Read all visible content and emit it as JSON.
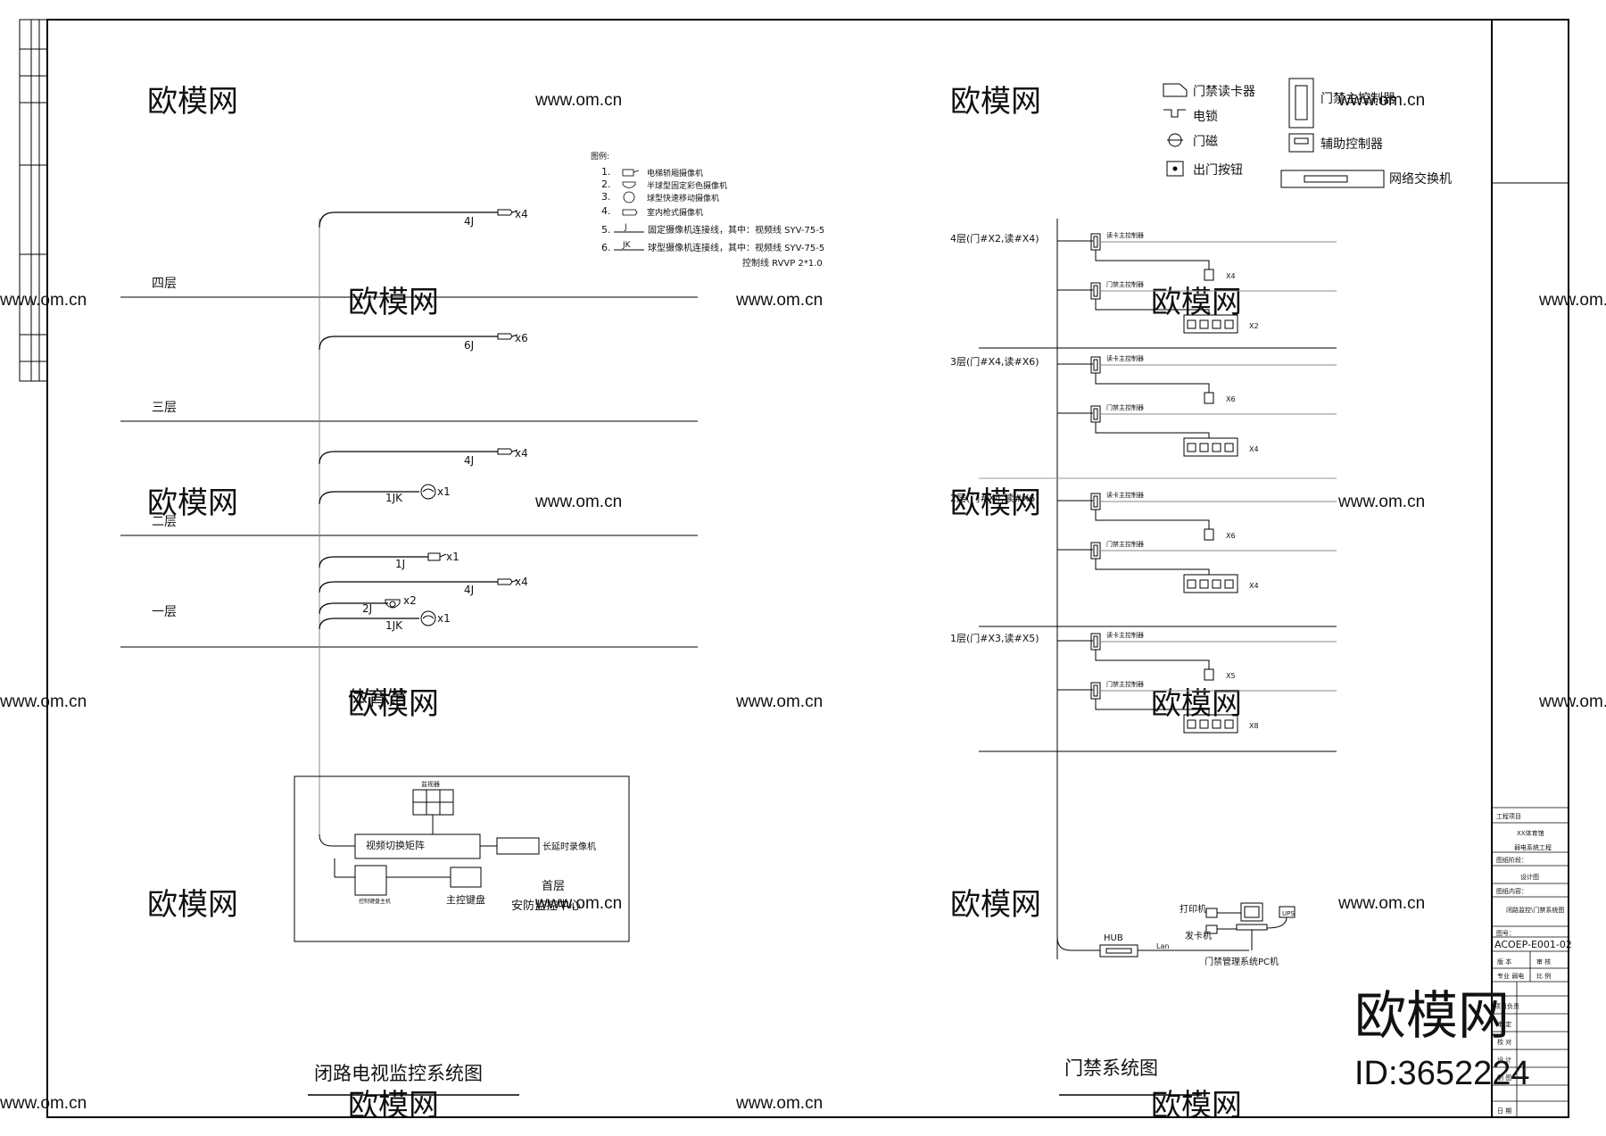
{
  "watermark": {
    "brand": "欧模网",
    "site": "www.om.cn",
    "id": "ID:3652224"
  },
  "cctv": {
    "title": "闭路电视监控系统图",
    "building": "体育馆",
    "floors": [
      "四层",
      "三层",
      "二层",
      "一层"
    ],
    "runs": {
      "f4": {
        "label": "4J",
        "qty": "x4"
      },
      "f3": {
        "label": "6J",
        "qty": "x6"
      },
      "f2a": {
        "label": "4J",
        "qty": "x4"
      },
      "f2b": {
        "label": "1JK",
        "qty": "x1"
      },
      "f1a": {
        "label": "1J",
        "qty": "x1"
      },
      "f1b": {
        "label": "4J",
        "qty": "x4"
      },
      "f1c": {
        "label": "2J",
        "qty": "x2"
      },
      "f1d": {
        "label": "1JK",
        "qty": "x1"
      }
    },
    "legend": {
      "title": "图例:",
      "items": [
        {
          "no": "1.",
          "text": "电梯轿厢摄像机"
        },
        {
          "no": "2.",
          "text": "半球型固定彩色摄像机"
        },
        {
          "no": "3.",
          "text": "球型快速移动摄像机"
        },
        {
          "no": "4.",
          "text": "室内枪式摄像机"
        },
        {
          "no": "5.",
          "sym": "J",
          "text": "固定摄像机连接线，其中：视频线 SYV-75-5"
        },
        {
          "no": "6.",
          "sym": "JK",
          "text": "球型摄像机连接线，其中：视频线 SYV-75-5"
        }
      ],
      "extra": "控制线 RVVP 2*1.0"
    },
    "center": {
      "monitor": "监视器",
      "matrix": "视频切换矩阵",
      "dvr": "长延时录像机",
      "kb_ctrl": "控制键盘主机",
      "keyboard": "主控键盘",
      "loc1": "首层",
      "loc2": "安防监控中心"
    }
  },
  "access": {
    "title": "门禁系统图",
    "legend": {
      "reader": "门禁读卡器",
      "lock": "电锁",
      "magnet": "门磁",
      "button": "出门按钮",
      "main": "门禁主控制器",
      "aux": "辅助控制器",
      "switch": "网络交换机"
    },
    "floors": [
      {
        "label": "4层(门#X2,读#X4)",
        "q1": "X4",
        "q2": "X2"
      },
      {
        "label": "3层(门#X4,读#X6)",
        "q1": "X6",
        "q2": "X4"
      },
      {
        "label": "2层(门#X4,读#X6)",
        "q1": "X6",
        "q2": "X4"
      },
      {
        "label": "1层(门#X3,读#X5)",
        "q1": "X5",
        "q2": "X8"
      }
    ],
    "ctrl1": "读卡主控制器",
    "ctrl2": "门禁主控制器",
    "pc": {
      "printer": "打印机",
      "issuer": "发卡机",
      "ups": "UPS",
      "hub": "HUB",
      "lan": "Lan",
      "caption": "门禁管理系统PC机"
    }
  },
  "titleblock": {
    "r1": "工程项目",
    "r2": "XX体育馆",
    "r3": "弱电系统工程",
    "r4": "图纸阶段：",
    "r5": "设计图",
    "r6": "图纸内容：",
    "r7": "闭路监控\\门禁系统图",
    "r8": "图号：",
    "drawing_no": "ACOEP-E001-02",
    "r10a": "版 本",
    "r10b": "审 核",
    "r11a": "专业 弱电",
    "r11b": "比 例",
    "r12": "项目负责",
    "r13": "审 定",
    "r14": "校 对",
    "r15": "设 计",
    "r16": "制 图",
    "r17": "日 期"
  }
}
